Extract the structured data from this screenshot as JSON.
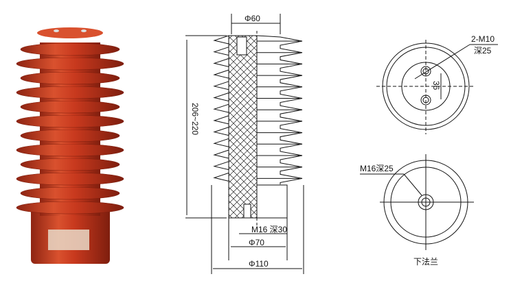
{
  "product_photo": {
    "body_color": "#c8391e",
    "highlight_color": "#e0603a",
    "shadow_color": "#8e2412"
  },
  "section_view": {
    "dim_top_diameter": "Φ60",
    "dim_height": "206~220",
    "dim_bottom_thread": "M16 深30",
    "dim_base_diameter": "Φ70",
    "dim_shed_diameter": "Φ110"
  },
  "top_view": {
    "hole_label_line1": "2-M10",
    "hole_label_line2": "深25",
    "hole_spacing": "36"
  },
  "bottom_view": {
    "hole_label": "M16深25",
    "caption": "下法兰"
  }
}
